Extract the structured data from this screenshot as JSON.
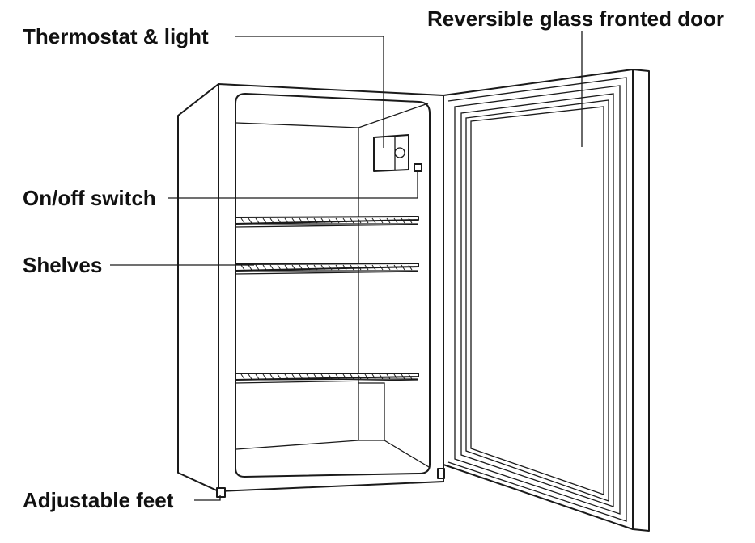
{
  "labels": {
    "thermostat": "Thermostat & light",
    "door": "Reversible glass fronted door",
    "switch": "On/off switch",
    "shelves": "Shelves",
    "feet": "Adjustable feet"
  },
  "colors": {
    "line": "#1a1a1a",
    "background": "#ffffff",
    "text": "#111111"
  }
}
